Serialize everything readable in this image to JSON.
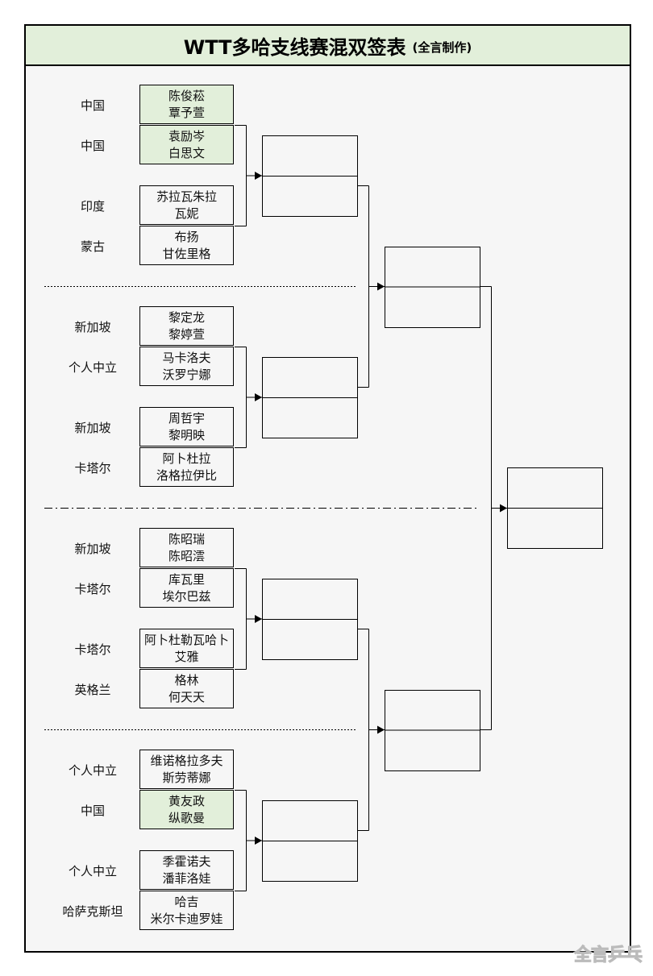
{
  "title": "WTT多哈支线赛混双签表",
  "subtitle": "(全言制作)",
  "watermark": "全言乒乓",
  "colors": {
    "seed_fill": "#e2efda",
    "background": "#f6f6f6",
    "line": "#000000"
  },
  "entries": [
    {
      "country": "中国",
      "p1": "陈俊菘",
      "p2": "覃予萱",
      "seeded": true
    },
    {
      "country": "中国",
      "p1": "袁励岑",
      "p2": "白思文",
      "seeded": true
    },
    {
      "country": "印度",
      "p1": "苏拉瓦朱拉",
      "p2": "瓦妮",
      "seeded": false
    },
    {
      "country": "蒙古",
      "p1": "布扬",
      "p2": "甘佐里格",
      "seeded": false
    },
    {
      "country": "新加坡",
      "p1": "黎定龙",
      "p2": "黎婷萱",
      "seeded": false
    },
    {
      "country": "个人中立",
      "p1": "马卡洛夫",
      "p2": "沃罗宁娜",
      "seeded": false
    },
    {
      "country": "新加坡",
      "p1": "周哲宇",
      "p2": "黎明映",
      "seeded": false
    },
    {
      "country": "卡塔尔",
      "p1": "阿卜杜拉",
      "p2": "洛格拉伊比",
      "seeded": false
    },
    {
      "country": "新加坡",
      "p1": "陈昭瑞",
      "p2": "陈昭澐",
      "seeded": false
    },
    {
      "country": "卡塔尔",
      "p1": "库瓦里",
      "p2": "埃尔巴兹",
      "seeded": false
    },
    {
      "country": "卡塔尔",
      "p1": "阿卜杜勒瓦哈卜",
      "p2": "艾雅",
      "seeded": false
    },
    {
      "country": "英格兰",
      "p1": "格林",
      "p2": "何天天",
      "seeded": false
    },
    {
      "country": "个人中立",
      "p1": "维诺格拉多夫",
      "p2": "斯劳蒂娜",
      "seeded": false
    },
    {
      "country": "中国",
      "p1": "黄友政",
      "p2": "纵歌曼",
      "seeded": true
    },
    {
      "country": "个人中立",
      "p1": "季霍诺夫",
      "p2": "潘菲洛娃",
      "seeded": false
    },
    {
      "country": "哈萨克斯坦",
      "p1": "哈吉",
      "p2": "米尔卡迪罗娃",
      "seeded": false
    }
  ]
}
